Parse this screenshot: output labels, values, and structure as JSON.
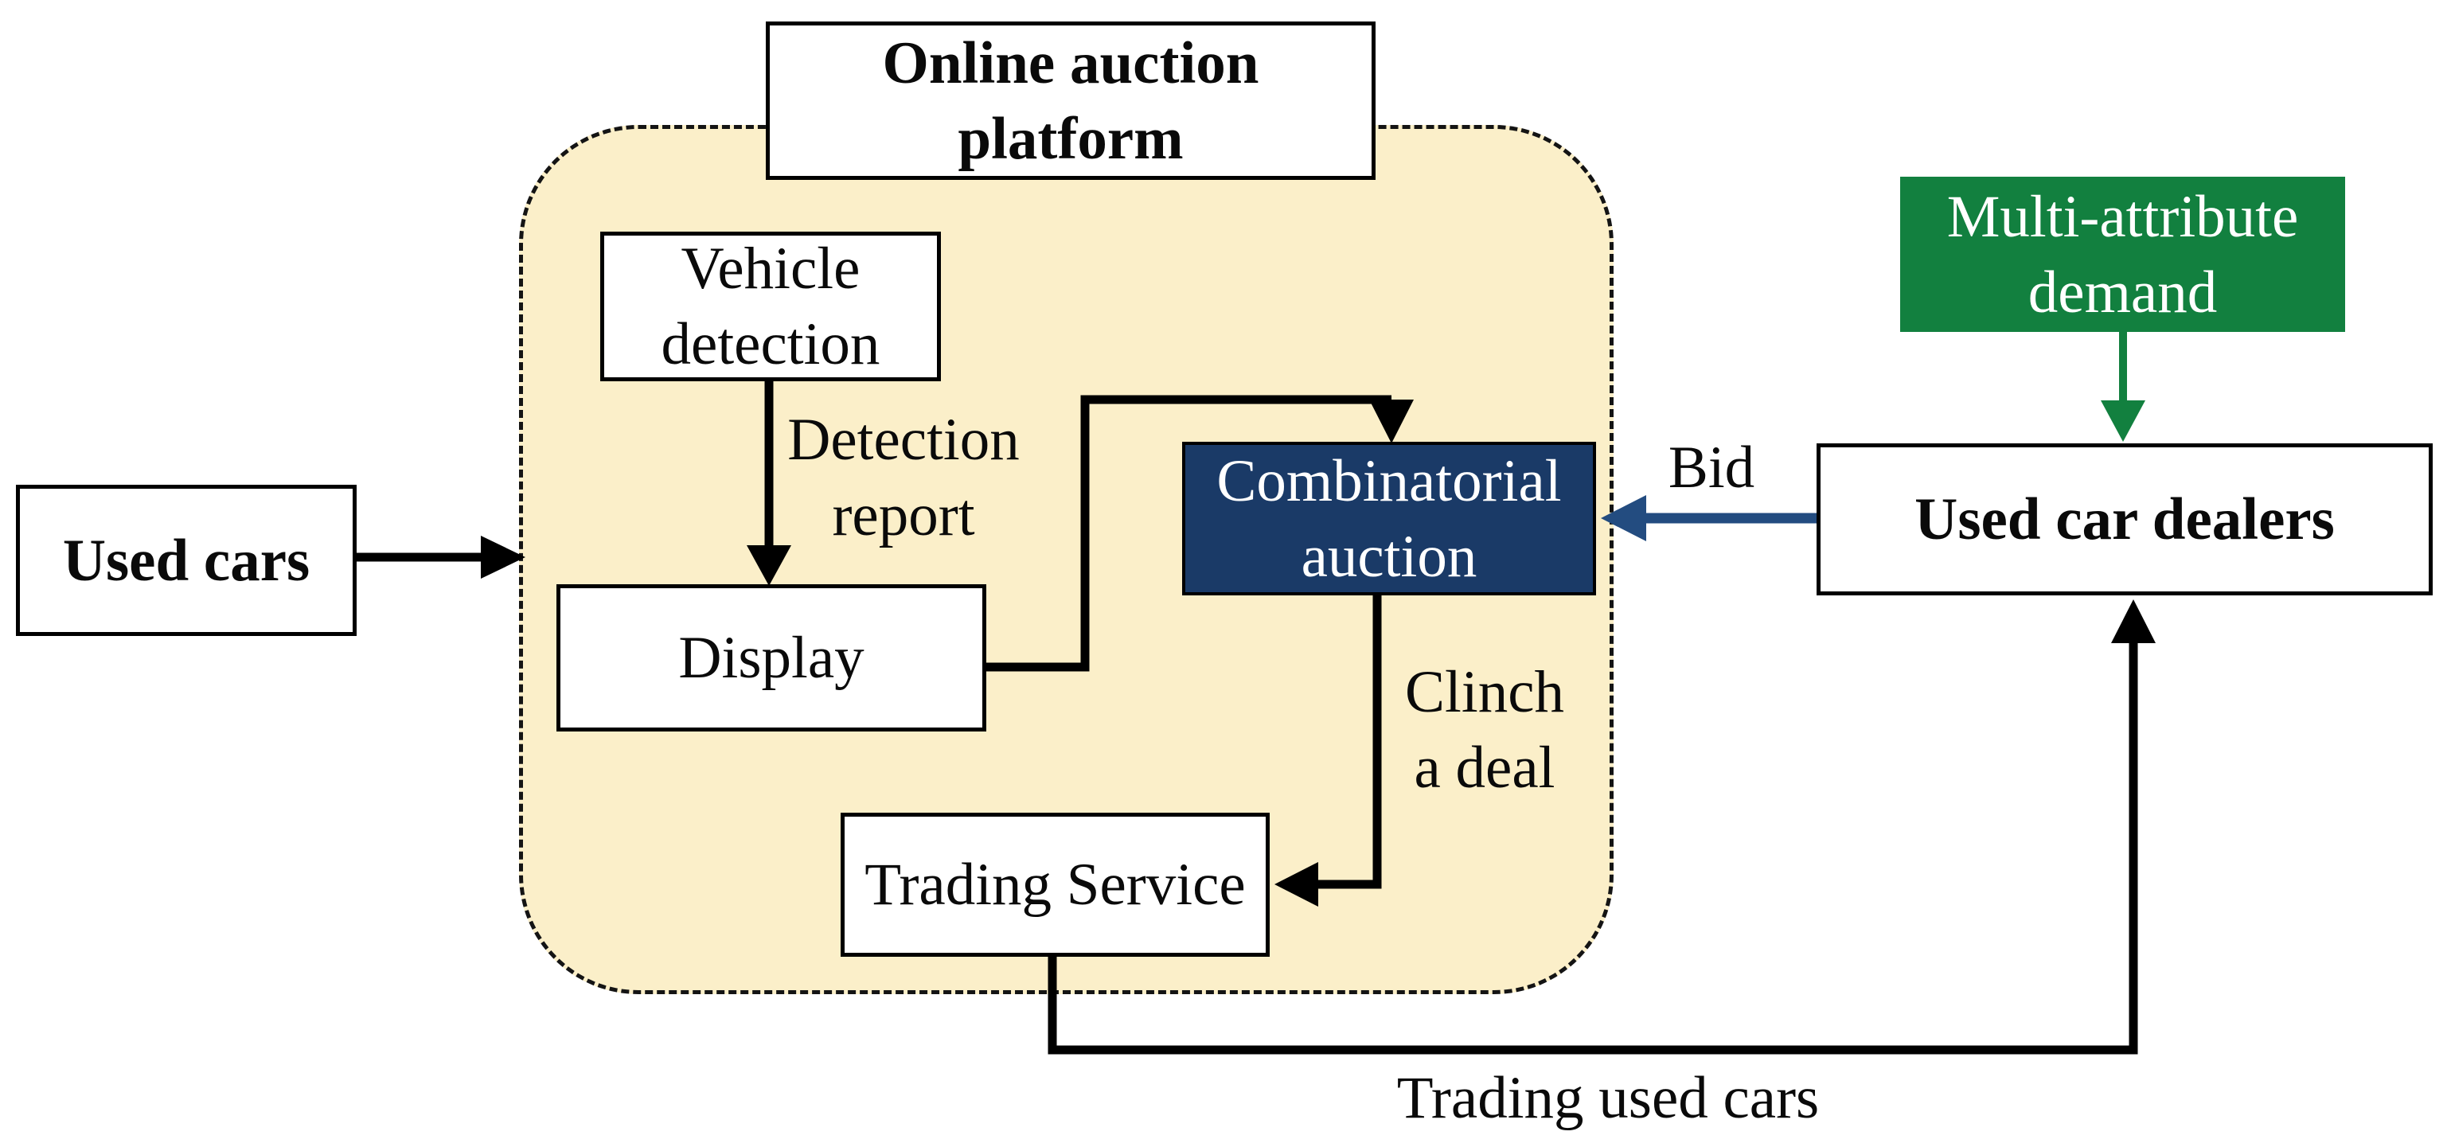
{
  "figure": {
    "type": "flow-diagram",
    "subject": "Online used-car auction platform"
  },
  "colors": {
    "page-bg": "#ffffff",
    "container-fill": "#FBEFC9",
    "container-border": "#141414",
    "box-border": "#000000",
    "text": "#0a0a0a",
    "navy": "#1A3A67",
    "green": "#12803F",
    "blue-arrow": "#234C80",
    "black-arrow": "#000000",
    "white-text": "#ffffff"
  },
  "boxes": {
    "platform_title": {
      "line1": "Online auction",
      "line2": "platform"
    },
    "used_cars": {
      "label": "Used cars"
    },
    "vehicle_detection": {
      "line1": "Vehicle",
      "line2": "detection"
    },
    "display": {
      "label": "Display"
    },
    "combinatorial_auction": {
      "line1": "Combinatorial",
      "line2": "auction"
    },
    "trading_service": {
      "label": "Trading Service"
    },
    "multi_attribute_demand": {
      "line1": "Multi-attribute",
      "line2": "demand"
    },
    "used_car_dealers": {
      "label": "Used car dealers"
    }
  },
  "edge_labels": {
    "detection_report": {
      "line1": "Detection",
      "line2": "report"
    },
    "bid": "Bid",
    "clinch_a_deal": {
      "line1": "Clinch",
      "line2": "a deal"
    },
    "trading_used_cars": "Trading used cars"
  }
}
